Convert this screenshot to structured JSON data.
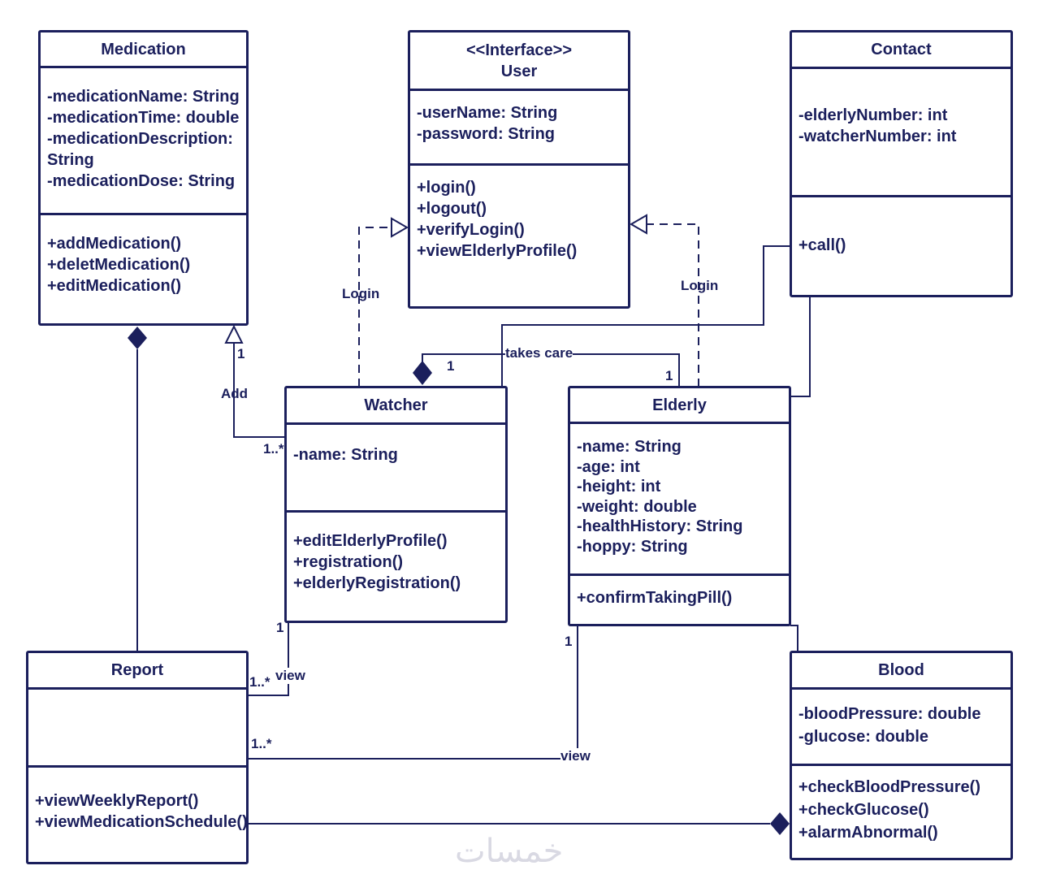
{
  "classes": {
    "medication": {
      "name": "Medication",
      "attributes": [
        "-medicationName: String",
        "-medicationTime: double",
        "-medicationDescription:",
        "String",
        "-medicationDose: String"
      ],
      "methods": [
        "+addMedication()",
        "+deletMedication()",
        "+editMedication()"
      ]
    },
    "user": {
      "stereotype": "<<Interface>>",
      "name": "User",
      "attributes": [
        "-userName: String",
        "-password: String"
      ],
      "methods": [
        "+login()",
        "+logout()",
        "+verifyLogin()",
        "+viewElderlyProfile()"
      ]
    },
    "contact": {
      "name": "Contact",
      "attributes": [
        "-elderlyNumber: int",
        "-watcherNumber: int"
      ],
      "methods": [
        "+call()"
      ]
    },
    "watcher": {
      "name": "Watcher",
      "attributes": [
        "-name: String"
      ],
      "methods": [
        "+editElderlyProfile()",
        "+registration()",
        "+elderlyRegistration()"
      ]
    },
    "elderly": {
      "name": "Elderly",
      "attributes": [
        "-name: String",
        "-age: int",
        "-height: int",
        "-weight: double",
        "-healthHistory: String",
        "-hoppy: String"
      ],
      "methods": [
        "+confirmTakingPill()"
      ]
    },
    "report": {
      "name": "Report",
      "attributes": [],
      "methods": [
        "+viewWeeklyReport()",
        "+viewMedicationSchedule()"
      ]
    },
    "blood": {
      "name": "Blood",
      "attributes": [
        "-bloodPressure: double",
        "-glucose: double"
      ],
      "methods": [
        "+checkBloodPressure()",
        "+checkGlucose()",
        "+alarmAbnormal()"
      ]
    }
  },
  "relations": {
    "login_watcher": "Login",
    "login_elderly": "Login",
    "takes_care": "takes care",
    "takes_care_watcher_mult": "1",
    "takes_care_elderly_mult": "1",
    "add": "Add",
    "add_medication_mult": "1",
    "add_watcher_mult": "1..*",
    "view_watcher": "view",
    "view_watcher_mult": "1",
    "view_report_mult": "1..*",
    "view_elderly": "view",
    "view_elderly_mult": "1",
    "view_report_mult2": "1..*"
  },
  "watermark": "خمسات",
  "colors": {
    "ink": "#1b1f5c",
    "background": "#ffffff"
  }
}
